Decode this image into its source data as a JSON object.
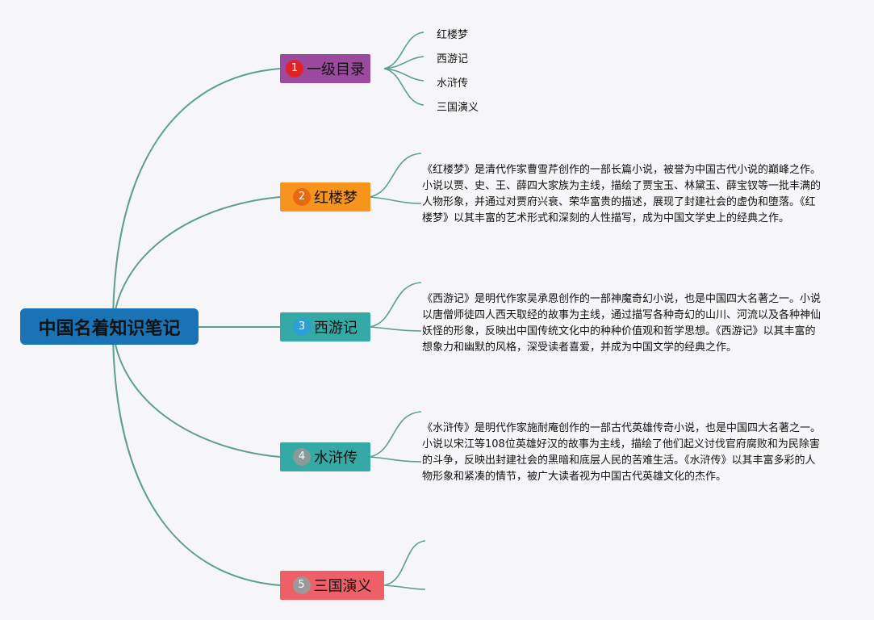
{
  "root": {
    "label": "中国名着知识笔记"
  },
  "colors": {
    "root_bg": "#1a73b5",
    "line": "#5e9e92",
    "catalog_bg": "#9b4aa0",
    "catalog_badge": "#e02424",
    "hongloumeng_bg": "#f7941d",
    "hongloumeng_badge": "#e86a10",
    "xiyouji_bg": "#35a9a5",
    "xiyouji_badge": "#2a9fd8",
    "shuihuzhuan_bg": "#35a9a5",
    "shuihuzhuan_badge": "#8a9a98",
    "sanguo_bg": "#ee5f68",
    "sanguo_badge": "#9a9a9a"
  },
  "branches": [
    {
      "number": "1",
      "label": "一级目录"
    },
    {
      "number": "2",
      "label": "红楼梦"
    },
    {
      "number": "3",
      "label": "西游记"
    },
    {
      "number": "4",
      "label": "水浒传"
    },
    {
      "number": "5",
      "label": "三国演义"
    }
  ],
  "catalog_items": [
    "红楼梦",
    "西游记",
    "水浒传",
    "三国演义"
  ],
  "descriptions": {
    "hongloumeng": "《红楼梦》是清代作家曹雪芹创作的一部长篇小说，被誉为中国古代小说的巅峰之作。小说以贾、史、王、薛四大家族为主线，描绘了贾宝玉、林黛玉、薛宝钗等一批丰满的人物形象，并通过对贾府兴衰、荣华富贵的描述，展现了封建社会的虚伪和堕落。《红楼梦》以其丰富的艺术形式和深刻的人性描写，成为中国文学史上的经典之作。",
    "xiyouji": "《西游记》是明代作家吴承恩创作的一部神魔奇幻小说，也是中国四大名著之一。小说以唐僧师徒四人西天取经的故事为主线，通过描写各种奇幻的山川、河流以及各种神仙妖怪的形象，反映出中国传统文化中的种种价值观和哲学思想。《西游记》以其丰富的想象力和幽默的风格，深受读者喜爱，并成为中国文学的经典之作。",
    "shuihuzhuan": "《水浒传》是明代作家施耐庵创作的一部古代英雄传奇小说，也是中国四大名著之一。小说以宋江等108位英雄好汉的故事为主线，描绘了他们起义讨伐官府腐败和为民除害的斗争，反映出封建社会的黑暗和底层人民的苦难生活。《水浒传》以其丰富多彩的人物形象和紧凑的情节，被广大读者视为中国古代英雄文化的杰作。"
  }
}
